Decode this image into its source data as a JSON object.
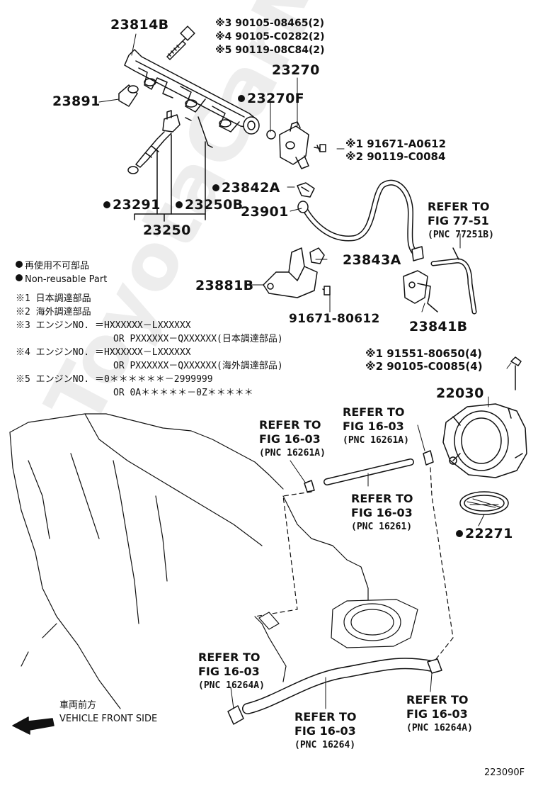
{
  "part_numbers": {
    "p23814B": "23814B",
    "p23891": "23891",
    "p23270": "23270",
    "p23270F": "23270F",
    "p23842A": "23842A",
    "p23291": "23291",
    "p23250B": "23250B",
    "p23250": "23250",
    "p23901": "23901",
    "p23843A": "23843A",
    "p23881B": "23881B",
    "p91671_80612": "91671-80612",
    "p23841B": "23841B",
    "p22030": "22030",
    "p22271": "22271"
  },
  "bolt_set_top": [
    "※3 90105-08465(2)",
    "※4 90105-C0282(2)",
    "※5 90119-08C84(2)"
  ],
  "bolt_set_mid": [
    "※1  91671-A0612",
    "※2  90119-C0084"
  ],
  "bolt_set_throttle": [
    "※1  91551-80650(4)",
    "※2  90105-C0085(4)"
  ],
  "refs": {
    "r77_51": {
      "l1": "REFER TO",
      "l2": "FIG 77-51",
      "l3": "(PNC 77251B)"
    },
    "r16261A_a": {
      "l1": "REFER TO",
      "l2": "FIG 16-03",
      "l3": "(PNC 16261A)"
    },
    "r16261A_b": {
      "l1": "REFER TO",
      "l2": "FIG 16-03",
      "l3": "(PNC 16261A)"
    },
    "r16261": {
      "l1": "REFER TO",
      "l2": "FIG 16-03",
      "l3": "(PNC 16261)"
    },
    "r16264A_a": {
      "l1": "REFER TO",
      "l2": "FIG 16-03",
      "l3": "(PNC 16264A)"
    },
    "r16264": {
      "l1": "REFER TO",
      "l2": "FIG 16-03",
      "l3": "(PNC 16264)"
    },
    "r16264A_b": {
      "l1": "REFER TO",
      "l2": "FIG 16-03",
      "l3": "(PNC 16264A)"
    }
  },
  "legend": {
    "non_reusable_jp": "再使用不可部品",
    "non_reusable_en": "Non-reusable Part",
    "note1": "※1 日本調達部品",
    "note2": "※2 海外調達部品",
    "note3a": "※3 エンジンNO. ＝HXXXXXX－LXXXXXX",
    "note3b": "OR  PXXXXXX－QXXXXXX(日本調達部品)",
    "note4a": "※4 エンジンNO. ＝HXXXXXX－LXXXXXX",
    "note4b": "OR  PXXXXXX－QXXXXXX(海外調達部品)",
    "note5a": "※5 エンジンNO. ＝0＊＊＊＊＊＊－2999999",
    "note5b": "OR  0A＊＊＊＊＊－0Z＊＊＊＊＊"
  },
  "front": {
    "jp": "車両前方",
    "en": "VEHICLE FRONT SIDE"
  },
  "figure_id": "223090F",
  "watermark": "ToyotaCarMine.ru"
}
